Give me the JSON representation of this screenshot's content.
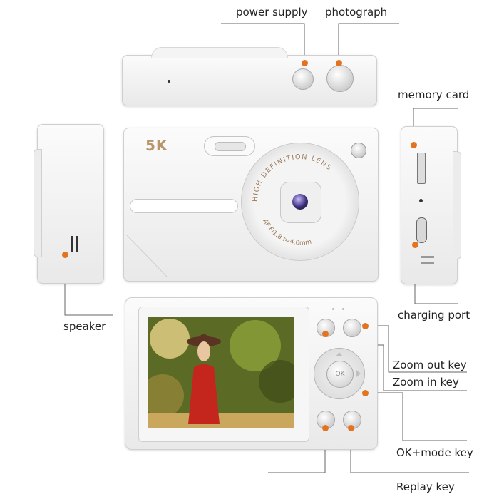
{
  "labels": {
    "power_supply": "power supply",
    "photograph": "photograph",
    "memory_card": "memory card",
    "speaker": "speaker",
    "charging_port": "charging port",
    "zoom_out_key": "Zoom out key",
    "zoom_in_key": "Zoom in key",
    "ok_mode_key": "OK+mode key",
    "replay_key": "Replay key"
  },
  "front": {
    "brand": "5K",
    "lens_ring_top": "HIGH DEFINITION LENS",
    "lens_ring_bottom": "AF  F/1.8  f=4.0mm"
  },
  "back": {
    "ok_label": "OK"
  },
  "colors": {
    "accent": "#e4731f",
    "brand": "#b8956a",
    "body": "#f2f2f2"
  }
}
